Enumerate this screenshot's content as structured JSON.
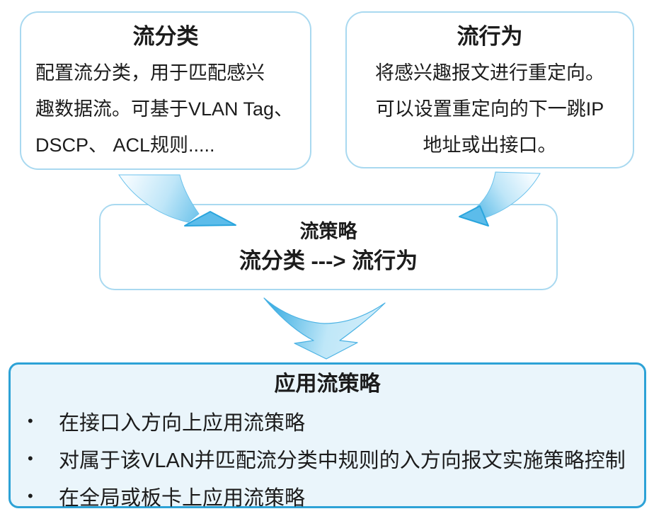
{
  "diagram": {
    "flow_classification": {
      "title": "流分类",
      "lines": [
        "配置流分类，用于匹配感兴",
        "趣数据流。可基于VLAN Tag、",
        "DSCP、 ACL规则....."
      ]
    },
    "flow_behavior": {
      "title": "流行为",
      "lines": [
        "将感兴趣报文进行重定向。",
        "可以设置重定向的下一跳IP",
        "地址或出接口。"
      ]
    },
    "flow_policy": {
      "title": "流策略",
      "formula": "流分类 ---> 流行为"
    },
    "apply_flow_policy": {
      "title": "应用流策略",
      "bullet_char": "•",
      "bullets": [
        "在接口入方向上应用流策略",
        "对属于该VLAN并匹配流分类中规则的入方向报文实施策略控制",
        "在全局或板卡上应用流策略"
      ]
    },
    "colors": {
      "light_border": "#a9d9f0",
      "strong_border": "#2da2d6",
      "panel_tint": "#eaf5fb",
      "arrow_blue": "#2fa9e1",
      "arrow_light": "#eaf7fe",
      "text": "#1c1c1c"
    }
  }
}
